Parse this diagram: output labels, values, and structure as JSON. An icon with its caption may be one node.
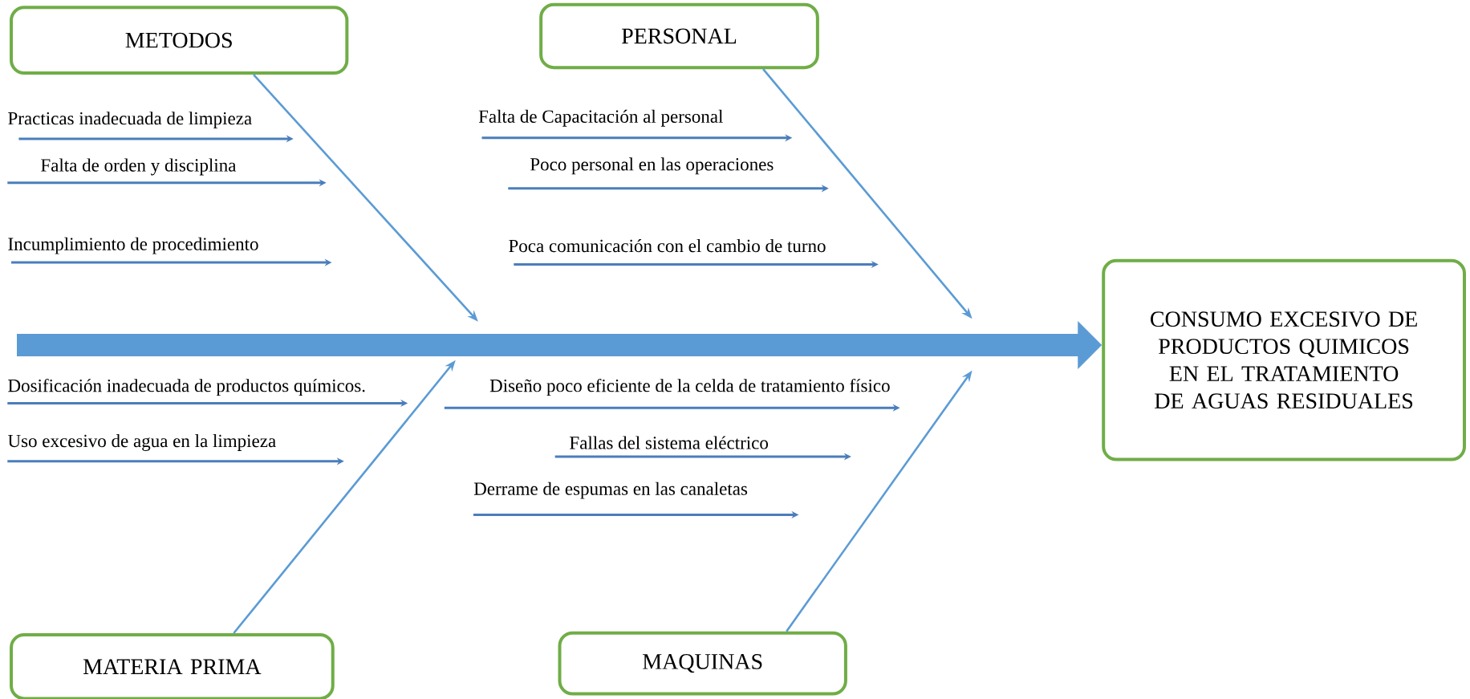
{
  "diagram": {
    "nodes": [
      {
        "text": [
          "METODOS"
        ]
      },
      {
        "text": [
          "PERSONAL"
        ]
      },
      {
        "text": [
          "CONSUMO EXCESIVO DE PRODUCTOS QUIMICOS EN EL TRATAMIENTO DE AGUAS RESIDUALES"
        ]
      },
      {
        "text": [
          "MATERIA PRIMA"
        ]
      },
      {
        "text": [
          "MAQUINAS"
        ]
      }
    ],
    "edges": [
      {
        "from": null,
        "to": 2,
        "arrow": "to",
        "style": "thick"
      },
      {
        "from": 0,
        "to": null,
        "arrow": "to"
      },
      {
        "from": 1,
        "to": null,
        "arrow": "to"
      },
      {
        "from": 3,
        "to": null,
        "arrow": "to"
      },
      {
        "from": 4,
        "to": null,
        "arrow": "to"
      }
    ],
    "labels": [
      "Practicas inadecuada de limpieza",
      "Falta de Capacitación al personal",
      "Falta de orden y disciplina",
      "Poco personal en las operaciones",
      "Incumplimiento de procedimiento",
      "Poca comunicación con el cambio de turno",
      "Dosificación inadecuada de productos químicos.",
      "Diseño poco eficiente de la celda de tratamiento físico",
      "Uso excesivo de agua en la limpieza",
      "Fallas del sistema eléctrico",
      "Derrame de espumas en las canaletas"
    ]
  }
}
